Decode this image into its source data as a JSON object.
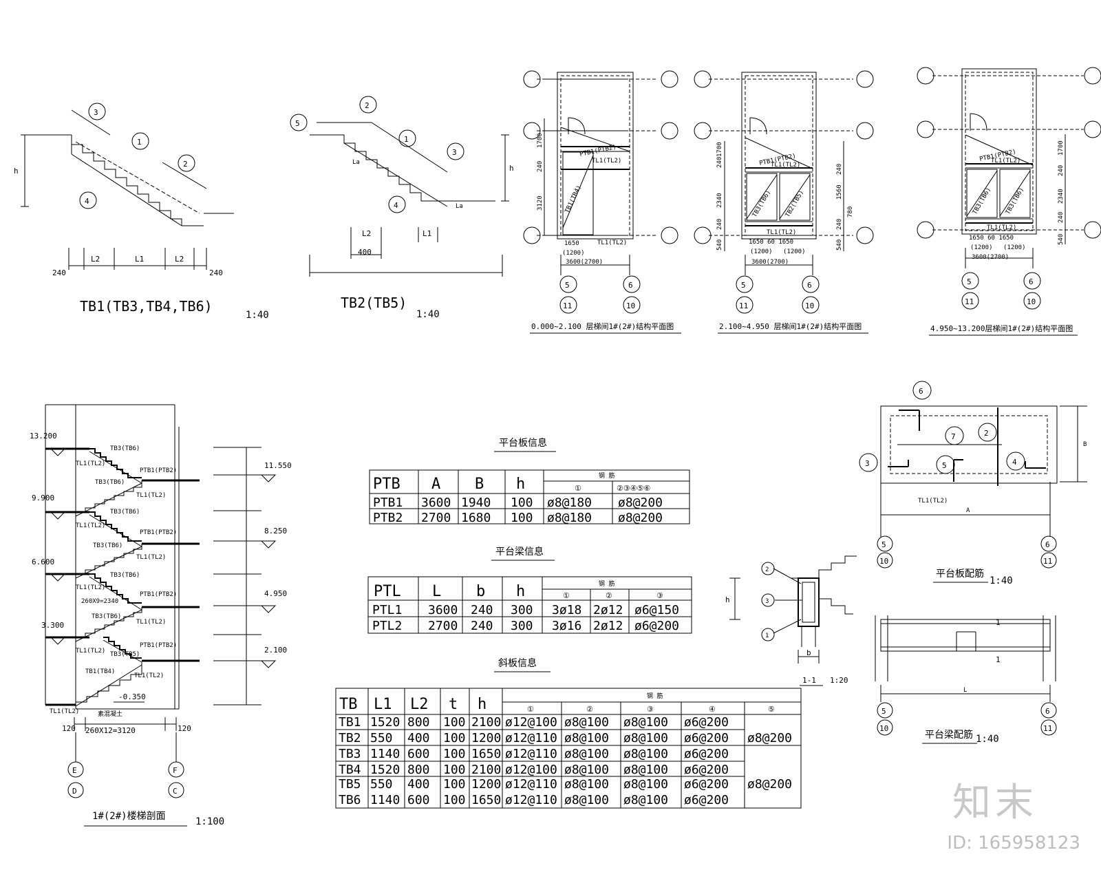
{
  "tb_detail_1": {
    "marks": [
      "1",
      "2",
      "3",
      "4"
    ],
    "h": "h",
    "dims": [
      "240",
      "L2",
      "L1",
      "L2",
      "240"
    ],
    "title": "TB1(TB3,TB4,TB6)",
    "scale": "1:40"
  },
  "tb_detail_2": {
    "marks": [
      "1",
      "2",
      "3",
      "4",
      "5"
    ],
    "h": "h",
    "dims": [
      "La",
      "La",
      "L2",
      "L1",
      "400"
    ],
    "title": "TB2(TB5)",
    "scale": "1:40"
  },
  "plans": [
    {
      "caption": "0.000~2.100 层梯间1#(2#)结构平面图",
      "labels": [
        "PTB1(PTB2)",
        "TL1(TL2)",
        "TB1(TB4)",
        "TL1(TL2)"
      ],
      "left_dims": [
        "1700",
        "3120",
        "240"
      ],
      "bottom_dims": [
        "1650",
        "(1200)",
        "3600(2700)"
      ],
      "axes_top": [
        "5",
        "6"
      ],
      "axes_bottom": [
        "11",
        "10"
      ]
    },
    {
      "caption": "2.100~4.950 层梯间1#(2#)结构平面图",
      "labels": [
        "PTB1(PTB2)",
        "TL1(TL2)",
        "TB3(TB6)",
        "TB2(TB5)",
        "TL1(TL2)"
      ],
      "left_dims": [
        "240",
        "1700",
        "2340",
        "240",
        "540"
      ],
      "right_dims": [
        "240",
        "1560",
        "780",
        "240",
        "540"
      ],
      "bottom_dims": [
        "1650 60 1650",
        "(1200)",
        "(1200)",
        "3600(2700)"
      ],
      "axes_top": [
        "5",
        "6"
      ],
      "axes_bottom": [
        "11",
        "10"
      ]
    },
    {
      "caption": "4.950~13.200层梯间1#(2#)结构平面图",
      "labels": [
        "PTB1(PTB2)",
        "TL1(TL2)",
        "TB3(TB6)",
        "TB3(TB6)",
        "TL1(TL2)"
      ],
      "right_dims": [
        "1700",
        "240",
        "2340",
        "240",
        "540"
      ],
      "bottom_dims": [
        "1650 60 1650",
        "(1200)",
        "(1200)",
        "3600(2700)"
      ],
      "axes_top": [
        "5",
        "6"
      ],
      "axes_bottom": [
        "11",
        "10"
      ]
    }
  ],
  "section": {
    "levels": [
      "13.200",
      "9.900",
      "6.600",
      "3.300"
    ],
    "right_levels": [
      "11.550",
      "8.250",
      "4.950",
      "2.100"
    ],
    "ground": "-0.350",
    "labels": [
      "TB3(TB6)",
      "TL1(TL2)",
      "PTB1(PTB2)",
      "TB3(TB6)",
      "TL1(TL2)",
      "TL1(TL2)",
      "TB3(TB6)",
      "PTB1(PTB2)",
      "TB3(TB6)",
      "TL1(TL2)",
      "TL1(TL2)",
      "TB3(TB6)",
      "PTB1(PTB2)",
      "260X9=2340",
      "TB3(TB6)",
      "TL1(TL2)",
      "TL1(TL2)",
      "TB3(TB5)",
      "PTB1(PTB2)",
      "TB1(TB4)",
      "TL1(TL2)",
      "TL1(TL2)"
    ],
    "base_note": "素混凝土",
    "bottom_dims": [
      "120",
      "260X12=3120",
      "120"
    ],
    "axes_top": [
      "E",
      "F"
    ],
    "axes_bottom": [
      "D",
      "C"
    ],
    "title": "1#(2#)楼梯剖面",
    "scale": "1:100"
  },
  "ptb_table": {
    "title": "平台板信息",
    "headers": [
      "PTB",
      "A",
      "B",
      "h"
    ],
    "rebar_label": "钢 筋",
    "rebar_sub": [
      "①",
      "②③④⑤⑥"
    ],
    "rows": [
      [
        "PTB1",
        "3600",
        "1940",
        "100",
        "ø8@180",
        "ø8@200"
      ],
      [
        "PTB2",
        "2700",
        "1680",
        "100",
        "ø8@180",
        "ø8@200"
      ]
    ]
  },
  "ptl_table": {
    "title": "平台梁信息",
    "headers": [
      "PTL",
      "L",
      "b",
      "h"
    ],
    "rebar_label": "钢 筋",
    "rebar_sub": [
      "①",
      "②",
      "③"
    ],
    "rows": [
      [
        "PTL1",
        "3600",
        "240",
        "300",
        "3ø18",
        "2ø12",
        "ø6@150"
      ],
      [
        "PTL2",
        "2700",
        "240",
        "300",
        "3ø16",
        "2ø12",
        "ø6@200"
      ]
    ]
  },
  "tb_table": {
    "title": "斜板信息",
    "headers": [
      "TB",
      "L1",
      "L2",
      "t",
      "h"
    ],
    "rebar_label": "钢 筋",
    "rebar_sub": [
      "①",
      "②",
      "③",
      "④",
      "⑤"
    ],
    "rows": [
      [
        "TB1",
        "1520",
        "800",
        "100",
        "2100",
        "ø12@100",
        "ø8@100",
        "ø8@100",
        "ø6@200",
        ""
      ],
      [
        "TB2",
        "550",
        "400",
        "100",
        "1200",
        "ø12@110",
        "ø8@100",
        "ø8@100",
        "ø6@200",
        "ø8@200"
      ],
      [
        "TB3",
        "1140",
        "600",
        "100",
        "1650",
        "ø12@110",
        "ø8@100",
        "ø8@100",
        "ø6@200",
        ""
      ],
      [
        "TB4",
        "1520",
        "800",
        "100",
        "2100",
        "ø12@100",
        "ø8@100",
        "ø8@100",
        "ø6@200",
        ""
      ],
      [
        "TB5",
        "550",
        "400",
        "100",
        "1200",
        "ø12@110",
        "ø8@100",
        "ø8@100",
        "ø6@200",
        "ø8@200"
      ],
      [
        "TB6",
        "1140",
        "600",
        "100",
        "1650",
        "ø12@110",
        "ø8@100",
        "ø8@100",
        "ø6@200",
        ""
      ]
    ]
  },
  "beam_section": {
    "marks": [
      "2",
      "3",
      "1"
    ],
    "h": "h",
    "b": "b",
    "title": "1-1",
    "scale": "1:20"
  },
  "slab_rebar": {
    "marks": [
      "6",
      "7",
      "2",
      "3",
      "5",
      "4"
    ],
    "beam_label": "TL1(TL2)",
    "a_label": "A",
    "b_label": "B",
    "axes_left": [
      "5",
      "10"
    ],
    "axes_right": [
      "6",
      "11"
    ],
    "title": "平台板配筋",
    "scale": "1:40"
  },
  "beam_rebar": {
    "marks": [
      "1",
      "1"
    ],
    "l_label": "L",
    "axes_left": [
      "5",
      "10"
    ],
    "axes_right": [
      "6",
      "11"
    ],
    "title": "平台梁配筋",
    "scale": "1:40"
  },
  "watermark": {
    "logo": "知末",
    "id": "ID: 165958123"
  }
}
